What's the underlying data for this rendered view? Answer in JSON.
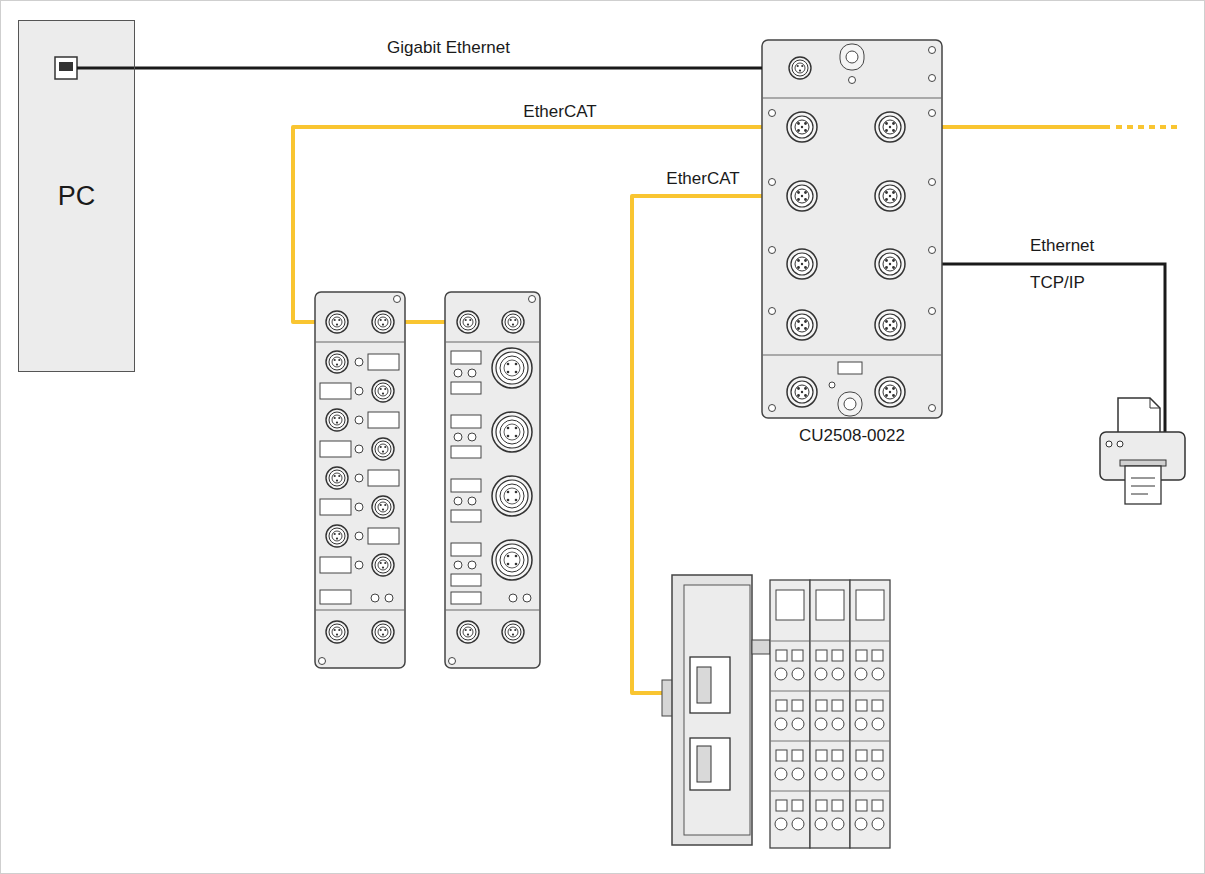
{
  "diagram": {
    "nodes": [
      {
        "text": [
          "PC"
        ]
      },
      {
        "text": [
          "CU2508-0022"
        ]
      }
    ],
    "edges": [
      {
        "from": 0,
        "to": 1,
        "arrow": "none",
        "label": "Gigabit Ethernet"
      }
    ],
    "labels": [
      "EtherCAT",
      "EtherCAT",
      "Ethernet",
      "TCP/IP"
    ]
  }
}
